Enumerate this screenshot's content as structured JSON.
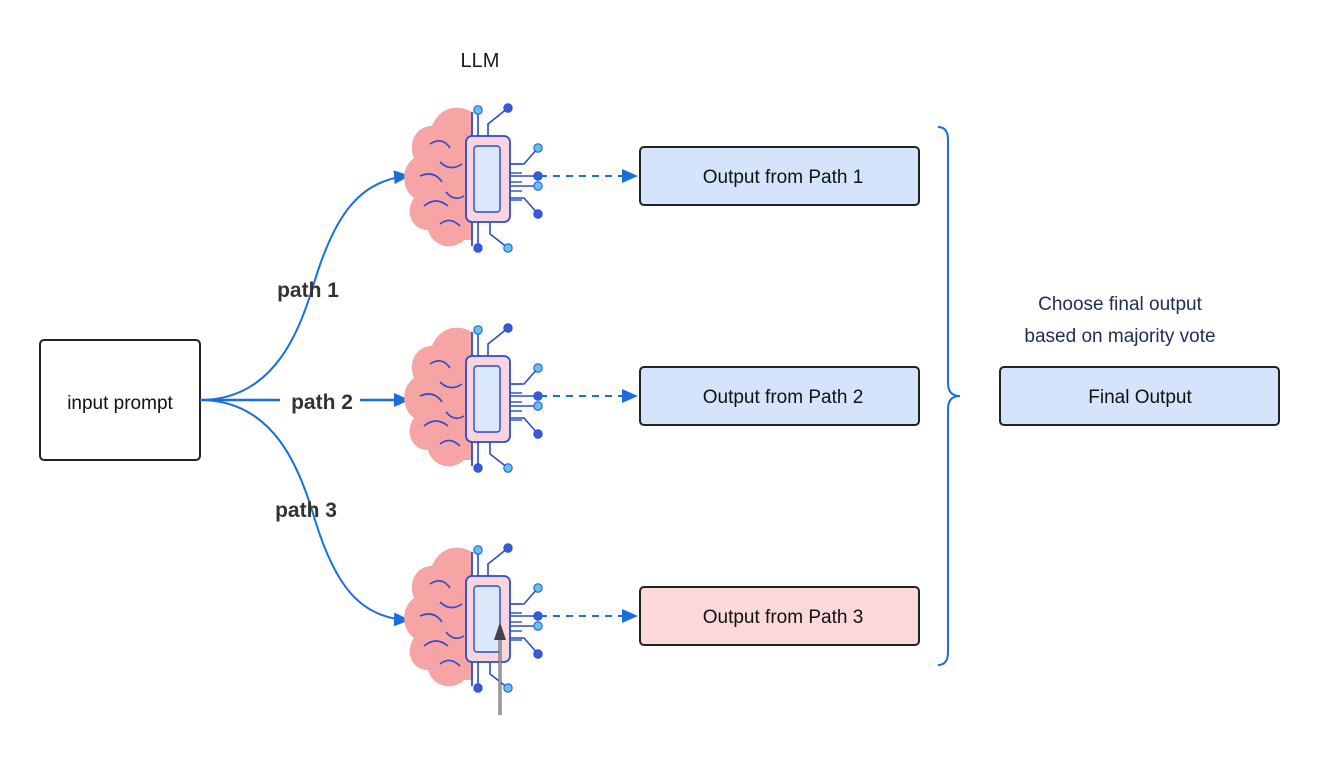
{
  "diagram": {
    "llm_label": "LLM",
    "input_label": "input prompt",
    "paths": [
      {
        "label": "path 1",
        "output": "Output from Path 1",
        "output_fill": "#d4e5fb"
      },
      {
        "label": "path 2",
        "output": "Output from Path 2",
        "output_fill": "#d4e5fb"
      },
      {
        "label": "path 3",
        "output": "Output from Path 3",
        "output_fill": "#fbd9d9"
      }
    ],
    "vote_caption": [
      "Choose final output",
      "based on majority vote"
    ],
    "final_label": "Final Output",
    "colors": {
      "arrow": "#1a6fdc",
      "box_stroke": "#222222",
      "brain": "#f6a4a4",
      "brain_stroke": "#2a4bd1",
      "chip_fill": "#f9d4dc",
      "chip_inner": "#dbe7fb",
      "node_dark": "#3a5bd6",
      "node_light": "#5cc6ef",
      "final_fill": "#d4e5fb"
    }
  }
}
